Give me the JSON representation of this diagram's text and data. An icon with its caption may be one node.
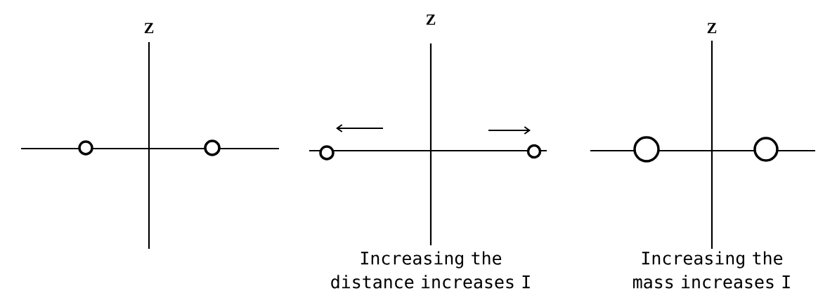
{
  "diagram": {
    "labels": [
      "Z",
      "Z",
      "Z",
      "Increasing the distance increases I",
      "Increasing the mass increases I"
    ]
  }
}
